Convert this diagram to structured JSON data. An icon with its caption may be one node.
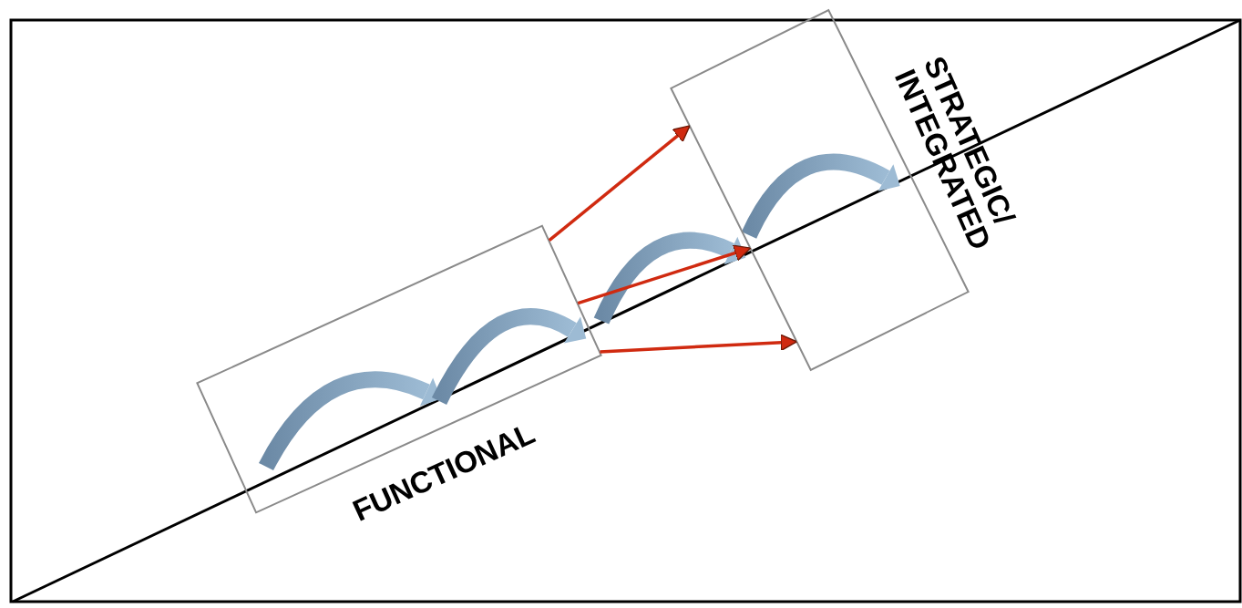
{
  "diagram": {
    "nodes": [
      {
        "text": [],
        "shape": "box"
      },
      {
        "text": [],
        "shape": "box"
      }
    ],
    "edges": [
      {
        "from": 0,
        "to": 1,
        "arrow": "to"
      },
      {
        "from": 0,
        "to": 1,
        "arrow": "to"
      },
      {
        "from": 0,
        "to": 1,
        "arrow": "to"
      }
    ],
    "labels": [
      "FUNCTIONAL",
      "STRATEGIC/ INTEGRATED"
    ]
  }
}
